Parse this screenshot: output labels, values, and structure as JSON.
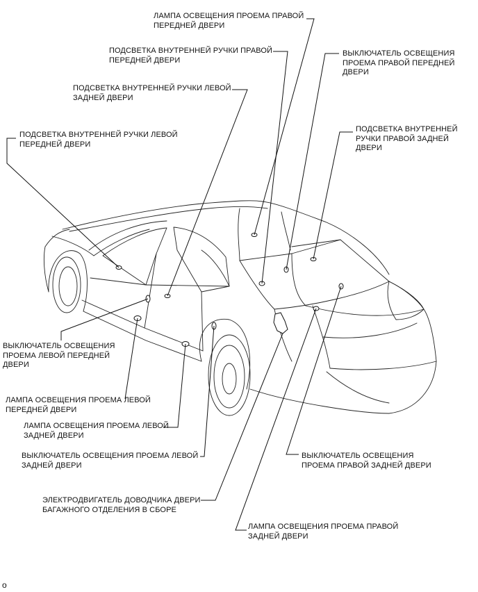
{
  "labels": {
    "right_front_courtesy_lamp": "ЛАМПА ОСВЕЩЕНИЯ ПРОЕМА ПРАВОЙ\nПЕРЕДНЕЙ ДВЕРИ",
    "right_front_inner_handle_light": "ПОДСВЕТКА ВНУТРЕННЕЙ РУЧКИ ПРАВОЙ\nПЕРЕДНЕЙ ДВЕРИ",
    "right_front_courtesy_switch": "ВЫКЛЮЧАТЕЛЬ ОСВЕЩЕНИЯ\nПРОЕМА ПРАВОЙ ПЕРЕДНЕЙ\nДВЕРИ",
    "left_rear_inner_handle_light": "ПОДСВЕТКА ВНУТРЕННЕЙ РУЧКИ ЛЕВОЙ\nЗАДНЕЙ ДВЕРИ",
    "right_rear_inner_handle_light": "ПОДСВЕТКА ВНУТРЕННЕЙ\nРУЧКИ ПРАВОЙ ЗАДНЕЙ\nДВЕРИ",
    "left_front_inner_handle_light": "ПОДСВЕТКА ВНУТРЕННЕЙ РУЧКИ ЛЕВОЙ\nПЕРЕДНЕЙ ДВЕРИ",
    "left_front_courtesy_switch": "ВЫКЛЮЧАТЕЛЬ ОСВЕЩЕНИЯ\nПРОЕМА ЛЕВОЙ ПЕРЕДНЕЙ\nДВЕРИ",
    "left_front_courtesy_lamp": "ЛАМПА ОСВЕЩЕНИЯ ПРОЕМА ЛЕВОЙ\nПЕРЕДНЕЙ ДВЕРИ",
    "left_rear_courtesy_lamp": "ЛАМПА ОСВЕЩЕНИЯ ПРОЕМА ЛЕВОЙ\nЗАДНЕЙ ДВЕРИ",
    "left_rear_courtesy_switch": "ВЫКЛЮЧАТЕЛЬ ОСВЕЩЕНИЯ ПРОЕМА ЛЕВОЙ\nЗАДНЕЙ ДВЕРИ",
    "right_rear_courtesy_switch": "ВЫКЛЮЧАТЕЛЬ ОСВЕЩЕНИЯ\nПРОЕМА ПРАВОЙ ЗАДНЕЙ ДВЕРИ",
    "trunk_closer_motor": "ЭЛЕКТРОДВИГАТЕЛЬ ДОВОДЧИКА ДВЕРИ\nБАГАЖНОГО ОТДЕЛЕНИЯ В СБОРЕ",
    "right_rear_courtesy_lamp": "ЛАМПА ОСВЕЩЕНИЯ ПРОЕМА ПРАВОЙ\nЗАДНЕЙ ДВЕРИ"
  },
  "footer_mark": "o"
}
